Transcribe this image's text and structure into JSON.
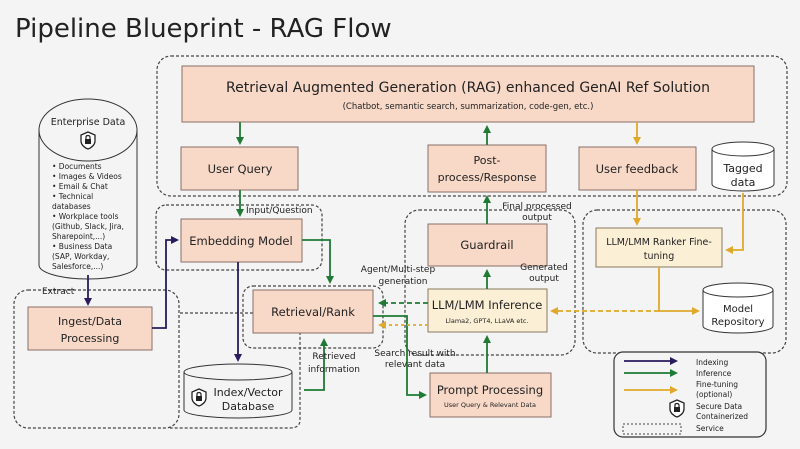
{
  "title": "Pipeline Blueprint - RAG Flow",
  "colors": {
    "background": "#f4f4f4",
    "salmon_box": "#f8d9c8",
    "salmon_border": "#8a7068",
    "cream_box": "#fbefd6",
    "cream_border": "#8a7a60",
    "indexing": "#2a1a5e",
    "inference": "#1e7a34",
    "finetuning": "#e0a92a",
    "dashed": "#444444"
  },
  "rag_solution": {
    "title": "Retrieval Augmented Generation (RAG) enhanced GenAI Ref Solution",
    "subtitle": "(Chatbot, semantic search, summarization, code-gen, etc.)"
  },
  "nodes": {
    "user_query": "User Query",
    "post_process_line1": "Post-",
    "post_process_line2": "process/Response",
    "user_feedback": "User feedback",
    "tagged_data_line1": "Tagged",
    "tagged_data_line2": "data",
    "embedding_model": "Embedding Model",
    "retrieval_rank": "Retrieval/Rank",
    "guardrail": "Guardrail",
    "llm_inference": "LLM/LMM Inference",
    "llm_inference_sub": "Llama2, GPT4, LLaVA etc.",
    "ranker_ft_line1": "LLM/LMM Ranker Fine-",
    "ranker_ft_line2": "tuning",
    "model_repo_line1": "Model",
    "model_repo_line2": "Repository",
    "ingest_line1": "Ingest/Data",
    "ingest_line2": "Processing",
    "index_db_line1": "Index/Vector",
    "index_db_line2": "Database",
    "prompt_processing": "Prompt Processing",
    "prompt_processing_sub": "User Query & Relevant Data"
  },
  "enterprise_data": {
    "title": "Enterprise Data",
    "items": [
      "• Documents",
      "• Images & Videos",
      "• Email & Chat",
      "• Technical",
      "   databases",
      "• Workplace tools",
      "   (Github, Slack, Jira,",
      "   Sharepoint,...)",
      "• Business Data",
      "   (SAP, Workday,",
      "   Salesforce,...)"
    ]
  },
  "edge_labels": {
    "input_question": "Input/Question",
    "extract": "Extract",
    "agent_line1": "Agent/Multi-step",
    "agent_line2": "generation",
    "final_line1": "Final processed",
    "final_line2": "output",
    "generated_line1": "Generated",
    "generated_line2": "output",
    "retrieved_line1": "Retrieved",
    "retrieved_line2": "information",
    "search_line1": "Search result with",
    "search_line2": "relevant data"
  },
  "legend": {
    "items": [
      {
        "label": "Indexing",
        "kind": "indexing"
      },
      {
        "label": "Inference",
        "kind": "inference"
      },
      {
        "label": "Fine-tuning",
        "kind": "finetuning"
      },
      {
        "label": "(optional)",
        "kind": "none"
      },
      {
        "label": "Secure Data",
        "kind": "lock"
      },
      {
        "label": "Containerized",
        "kind": "none"
      },
      {
        "label": "Service",
        "kind": "container"
      }
    ]
  }
}
